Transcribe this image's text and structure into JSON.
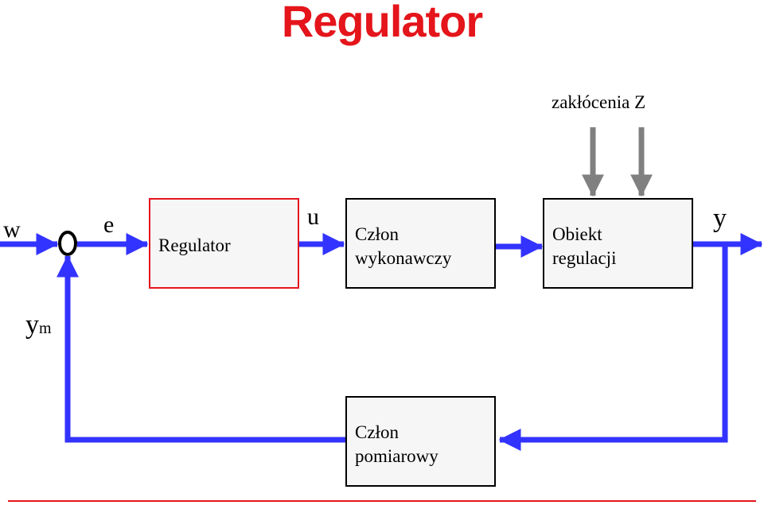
{
  "title": "Regulator",
  "disturbance_label": "zakłócenia Z",
  "signals": {
    "w": "w",
    "e": "e",
    "u": "u",
    "y": "y",
    "ym_main": "y",
    "ym_sub": "m"
  },
  "blocks": {
    "regulator": {
      "line1": "Regulator"
    },
    "actuator": {
      "line1": "Człon",
      "line2": "wykonawczy"
    },
    "plant": {
      "line1": "Obiekt",
      "line2": "regulacji"
    },
    "sensor": {
      "line1": "Człon",
      "line2": "pomiarowy"
    }
  },
  "colors": {
    "title": "#e4151b",
    "signal_arrow": "#3333ff",
    "disturbance_arrow": "#808080",
    "regulator_border": "#e4151b",
    "block_border": "#000000",
    "block_fill": "#f6f6f6"
  }
}
